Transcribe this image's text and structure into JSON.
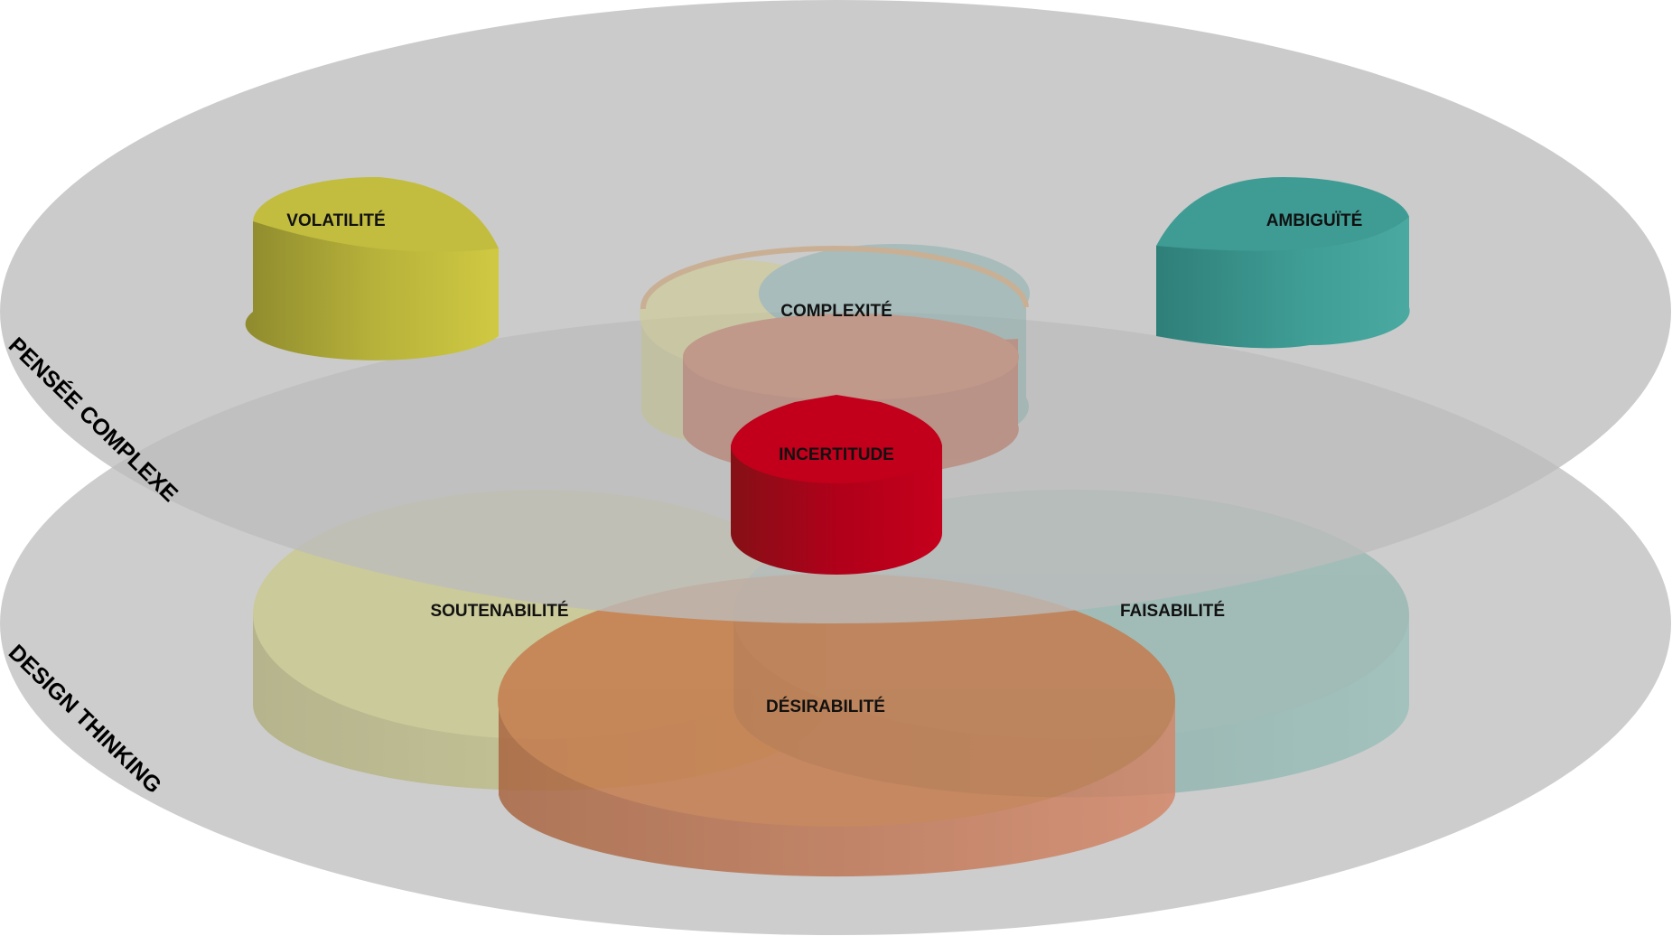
{
  "layers": {
    "pensee_complexe": "PENSÉE COMPLEXE",
    "design_thinking": "DESIGN THINKING"
  },
  "vuca": {
    "volatilite": "VOLATILITÉ",
    "ambiguite": "AMBIGUÏTÉ",
    "complexite": "COMPLEXITÉ",
    "incertitude": "INCERTITUDE"
  },
  "design": {
    "soutenabilite": "SOUTENABILITÉ",
    "faisabilite": "FAISABILITÉ",
    "desirabilite": "DÉSIRABILITÉ"
  },
  "colors": {
    "ellipse_gray": "#c8c8c8",
    "volatilite": "#c6c142",
    "ambiguite": "#3f9e96",
    "incertitude": "#c0001a",
    "soutenabilite": "#c9c98e",
    "faisabilite": "#94b9b3",
    "desirabilite": "#c77a4c"
  }
}
